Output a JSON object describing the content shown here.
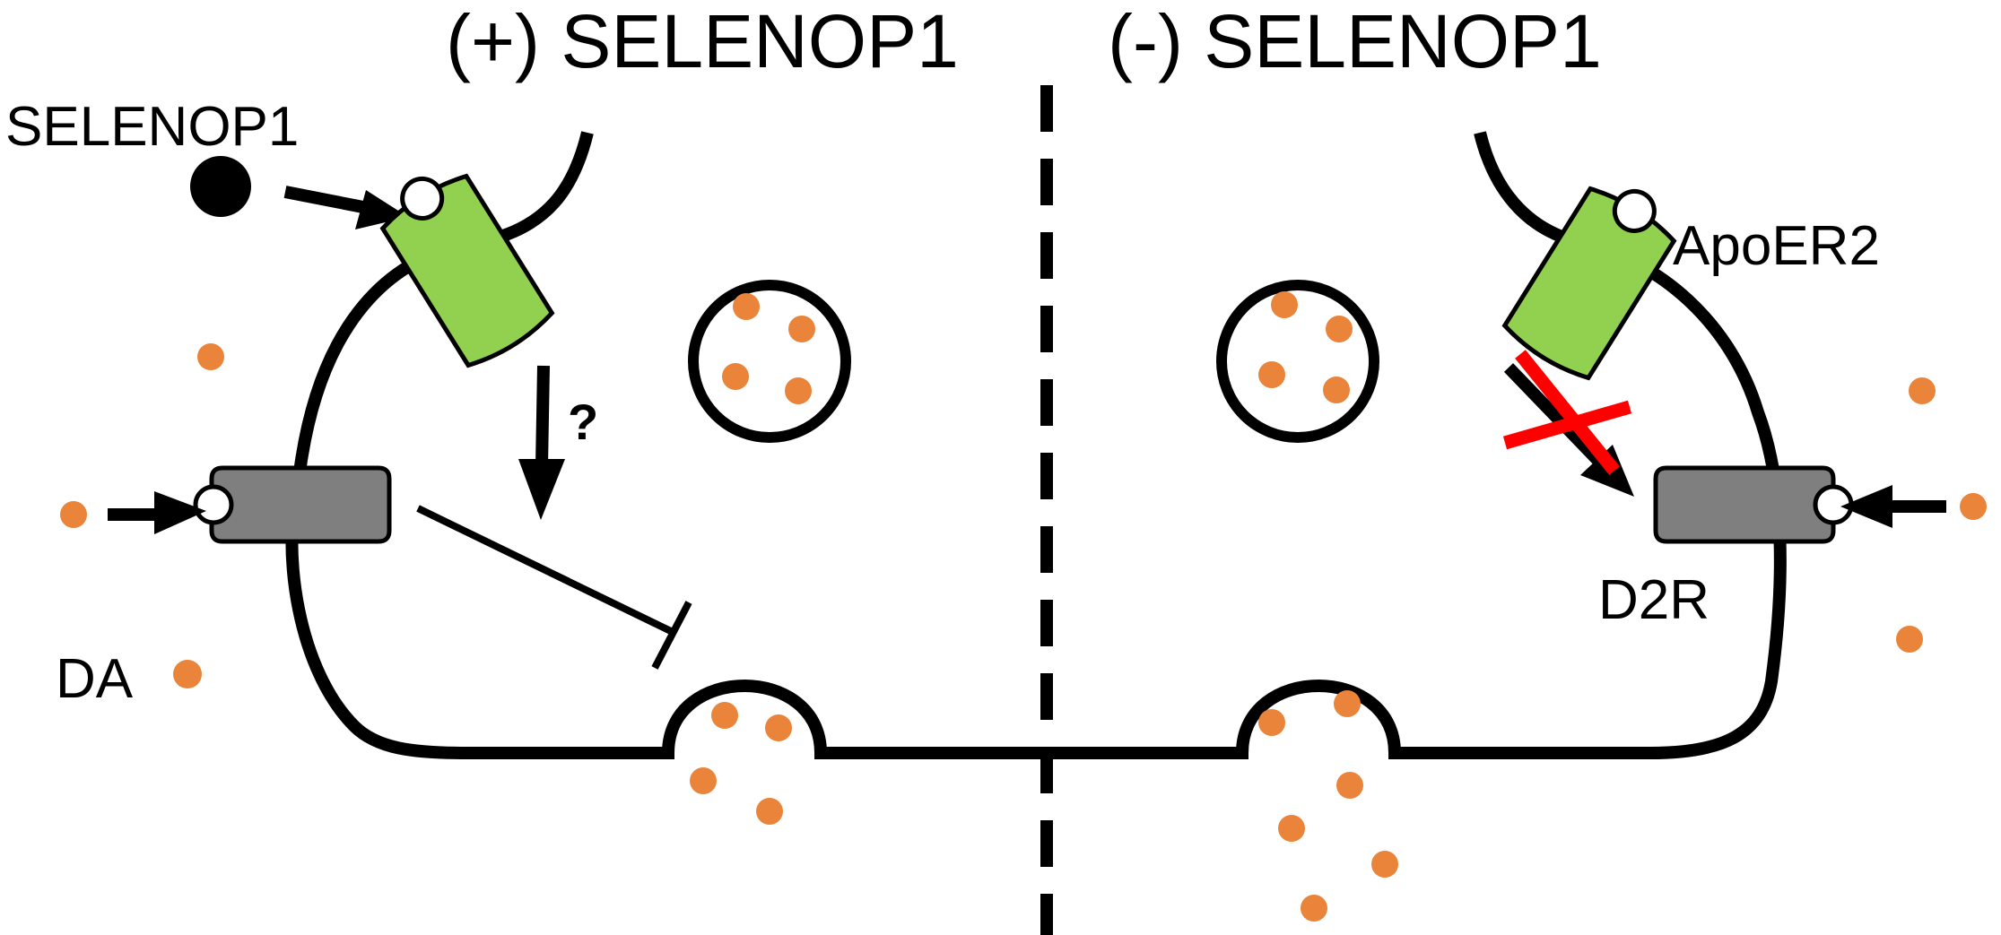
{
  "titles": {
    "left": "(+) SELENOP1",
    "right": "(-) SELENOP1"
  },
  "labels": {
    "ligand": "SELENOP1",
    "question": "?",
    "dopamine": "DA",
    "apoer2": "ApoER2",
    "d2r": "D2R"
  },
  "colors": {
    "membrane": "#000000",
    "dopamine": "#e9843a",
    "apoer2_receptor": "#92d050",
    "d2r_receptor": "#7f7f7f",
    "block_cross": "#ff0000",
    "ligand": "#000000"
  }
}
